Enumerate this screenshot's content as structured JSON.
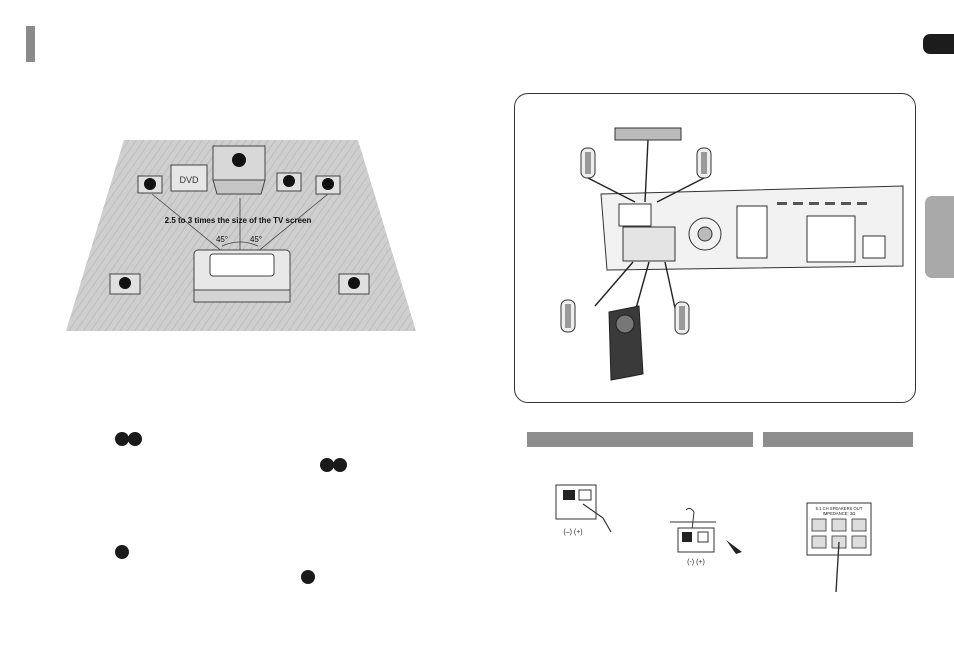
{
  "placement": {
    "dvd_label": "DVD",
    "distance_note": "2.5 to 3 times the size of the TV screen",
    "angle_left": "45°",
    "angle_right": "45°"
  },
  "speaker_terminal": {
    "polarity_left": "(–)  (+)",
    "polarity_right": "(-)  (+)"
  },
  "connector_panel": {
    "heading_line1": "5.1 CH SPEAKERS OUT",
    "heading_line2": "IMPEDANCE: 3Ω"
  }
}
